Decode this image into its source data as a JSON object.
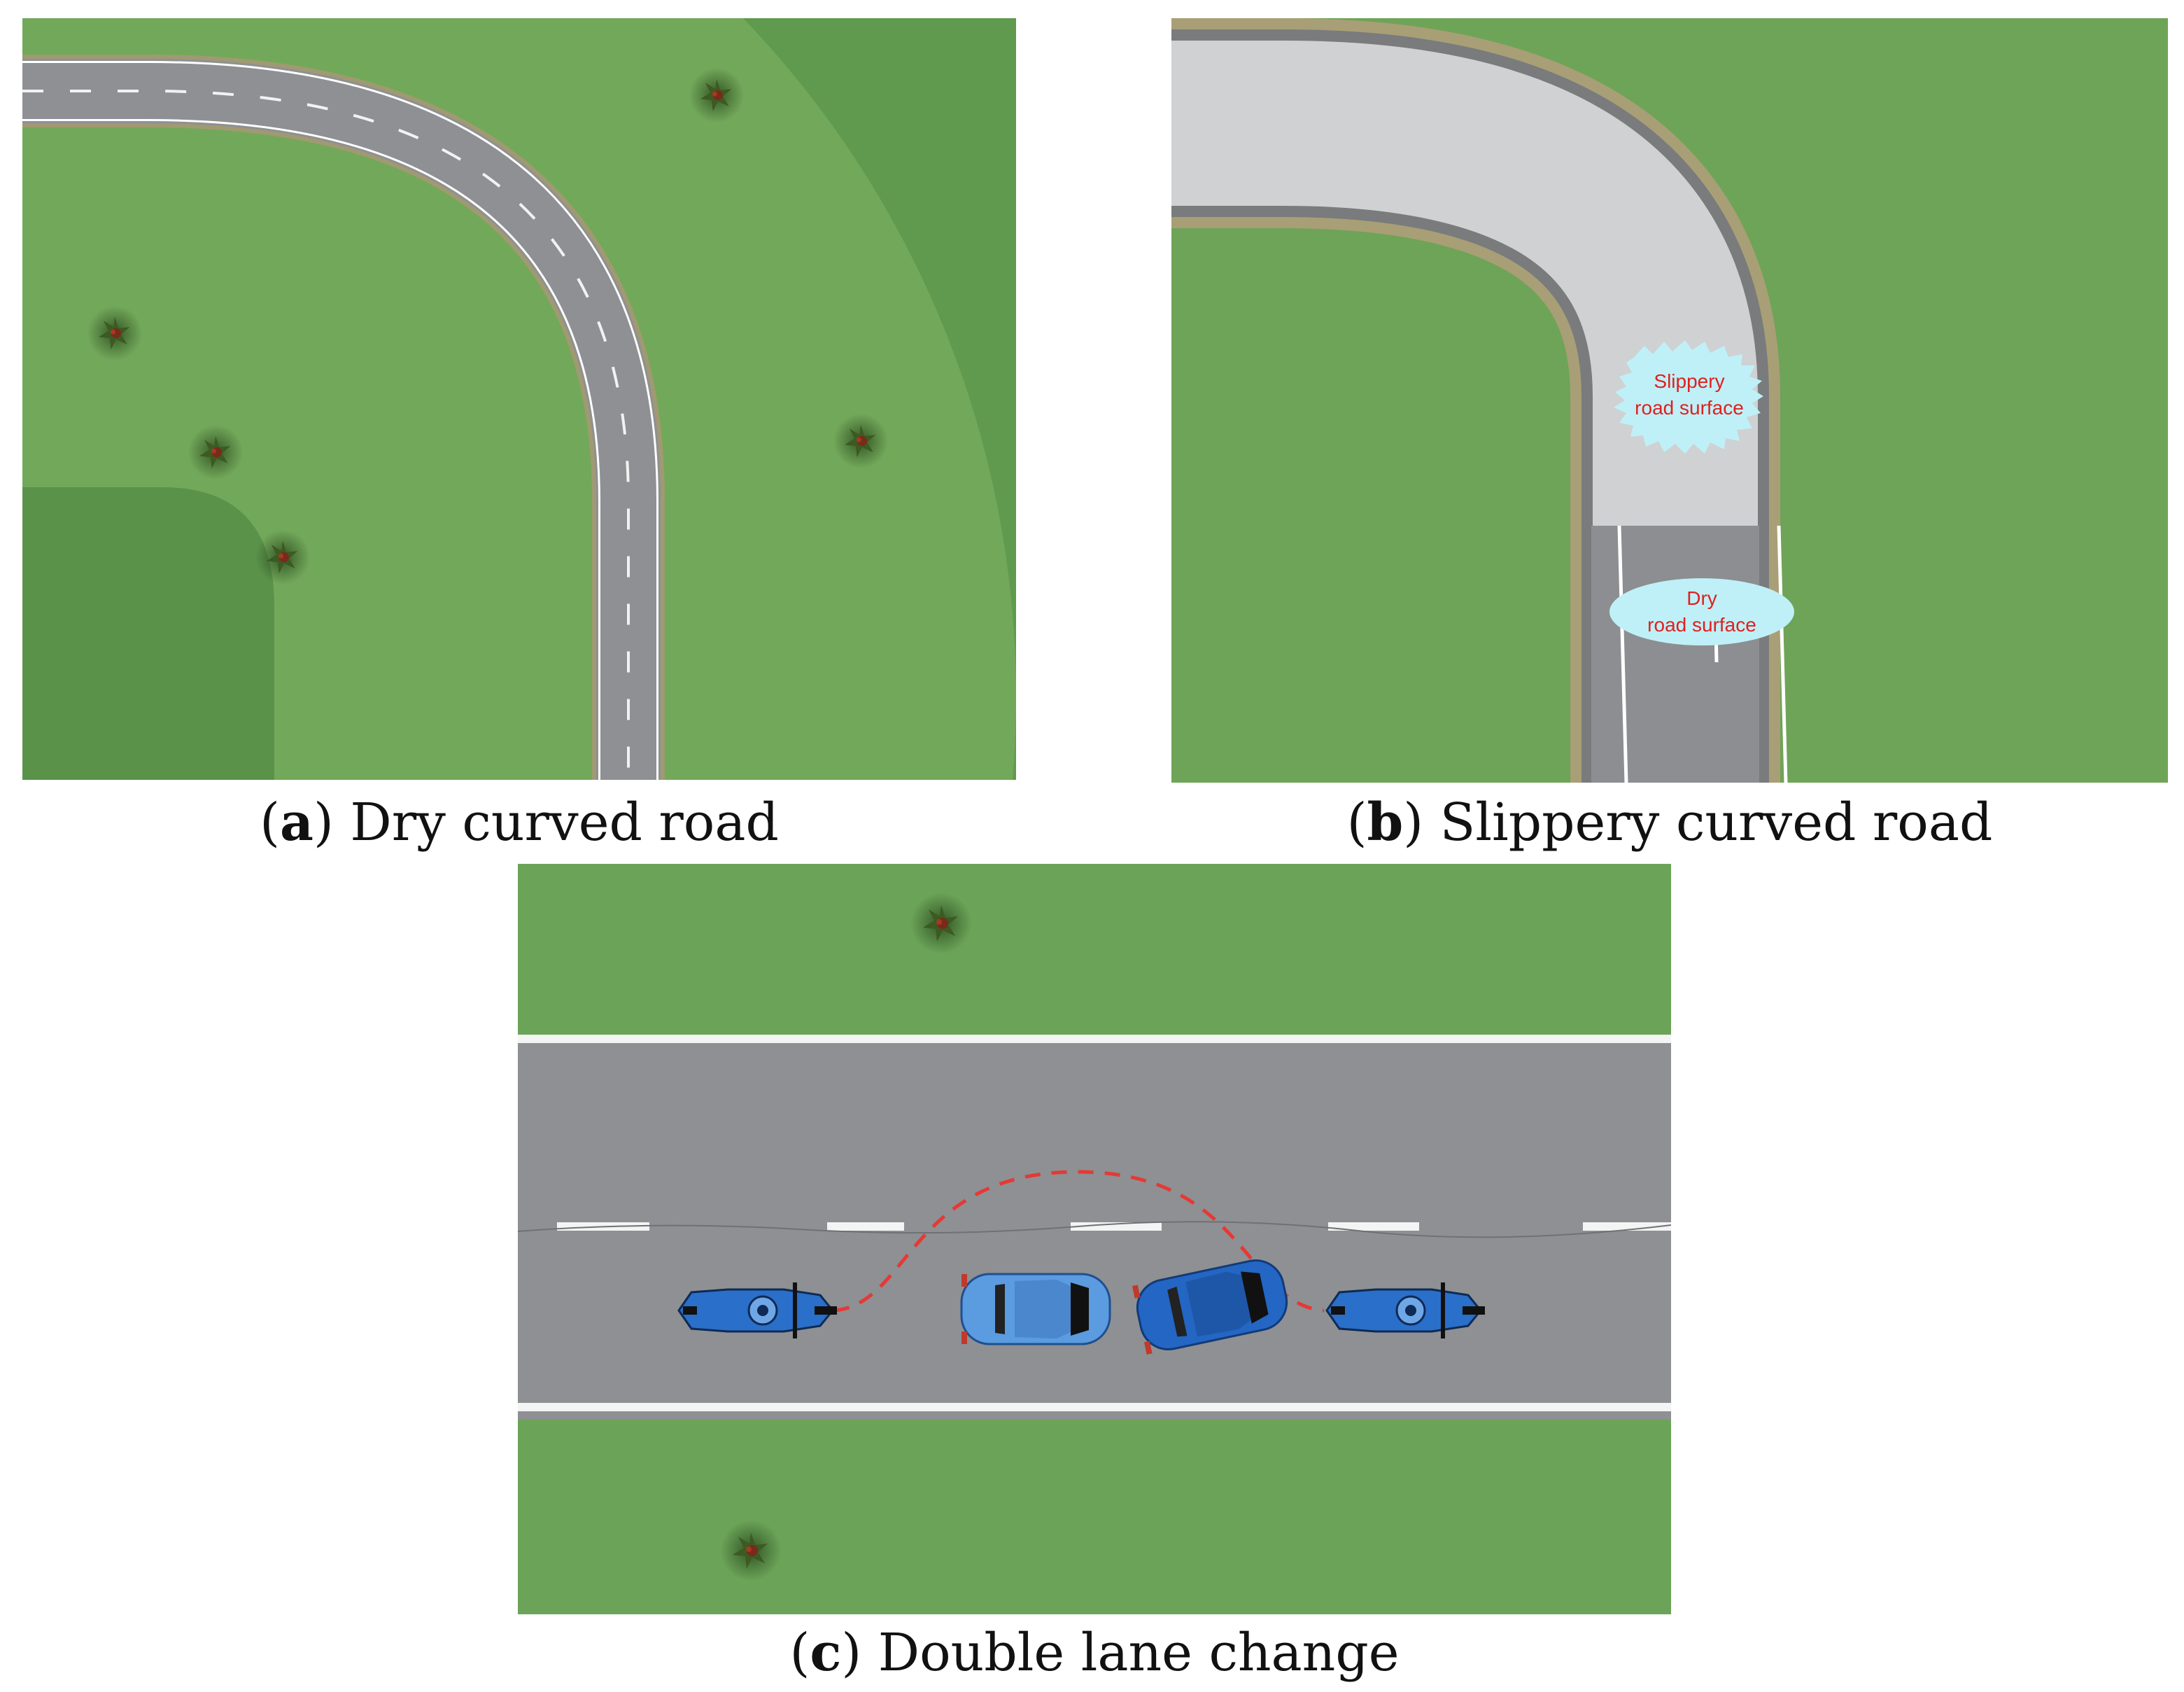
{
  "figure": {
    "panels": [
      {
        "id": "a",
        "letter": "a",
        "caption": " Dry curved road"
      },
      {
        "id": "b",
        "letter": "b",
        "caption": " Slippery curved road"
      },
      {
        "id": "c",
        "letter": "c",
        "caption": " Double lane change"
      }
    ],
    "callouts": {
      "slippery_line1": "Slippery",
      "slippery_line2": "road surface",
      "dry_line1": "Dry",
      "dry_line2": "road surface"
    }
  },
  "colors": {
    "grass": "#72a85a",
    "grass_dark": "#5f9a4e",
    "asphalt": "#8e9093",
    "slippery_surface": "#cfd1d3",
    "trajectory": "#e53935",
    "callout_fill": "#bff0f7",
    "callout_text": "#e02020",
    "vehicle_blue": "#2a6fc9"
  }
}
